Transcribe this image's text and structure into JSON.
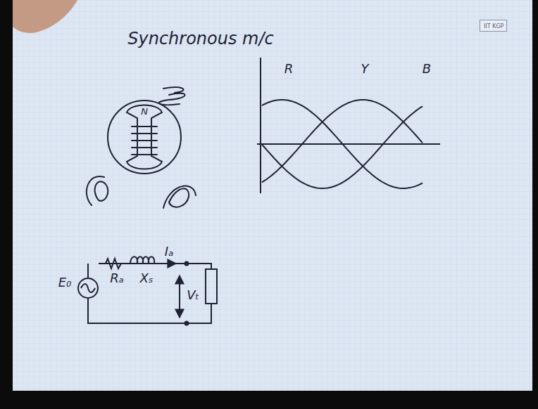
{
  "diagram": {
    "title": "Synchronous m/c",
    "nodes": [
      {
        "text": [
          "IIT KGP"
        ]
      }
    ],
    "labels": [
      "N",
      "R",
      "Y",
      "B",
      "E₀",
      "Rₐ",
      "Xₛ",
      "Iₐ",
      "Vₜ"
    ]
  }
}
